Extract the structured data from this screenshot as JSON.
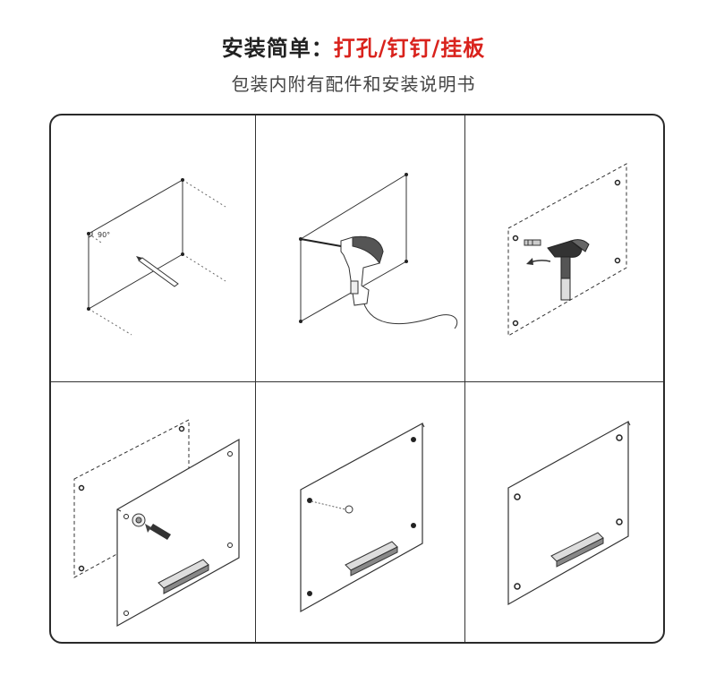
{
  "header": {
    "title_prefix": "安装简单：",
    "title_highlight": "打孔/钉钉/挂板",
    "subtitle": "包装内附有配件和安装说明书"
  },
  "steps": [
    {
      "name": "measure",
      "angle_label": "90°"
    },
    {
      "name": "drill"
    },
    {
      "name": "hammer-anchor"
    },
    {
      "name": "mount-screw"
    },
    {
      "name": "cover-cap"
    },
    {
      "name": "finished"
    }
  ]
}
